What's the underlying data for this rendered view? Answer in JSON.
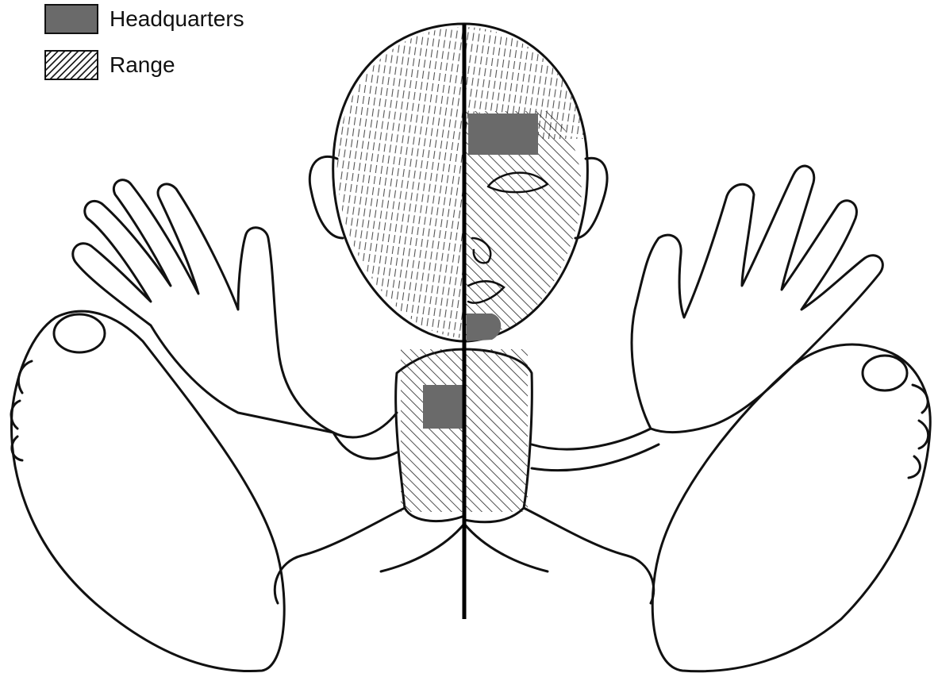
{
  "legend": {
    "items": [
      {
        "label": "Headquarters",
        "kind": "headquarters",
        "fill": "#6a6a6a"
      },
      {
        "label": "Range",
        "kind": "range",
        "fill": "hatched"
      }
    ]
  },
  "colors": {
    "stroke": "#111111",
    "headquarters": "#6a6a6a",
    "hatch": "#222222",
    "background": "#ffffff"
  }
}
